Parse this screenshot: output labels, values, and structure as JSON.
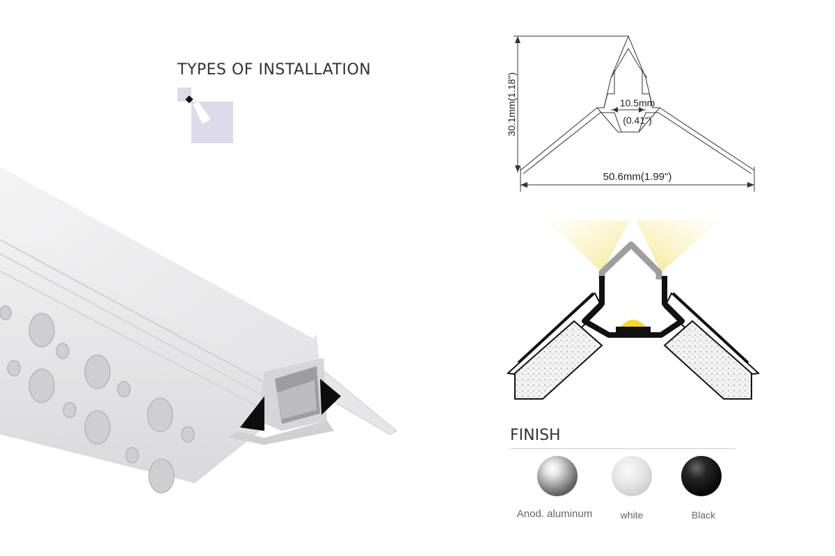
{
  "installation": {
    "title": "TYPES OF INSTALLATION",
    "icon": "corner-mount-icon"
  },
  "dimensions": {
    "height": "30.1mm(1.18\")",
    "width": "50.6mm(1.99\")",
    "inner_width": "10.5mm",
    "inner_width_in": "(0.41\")"
  },
  "finish": {
    "title": "FINISH",
    "options": [
      {
        "label": "Anod. aluminum",
        "color": "#9a9a9a"
      },
      {
        "label": "white",
        "color": "#e0e0e0"
      },
      {
        "label": "Black",
        "color": "#111111"
      }
    ]
  },
  "colors": {
    "light_beam": "#f6eea0",
    "led_chip": "#f5d63a"
  }
}
